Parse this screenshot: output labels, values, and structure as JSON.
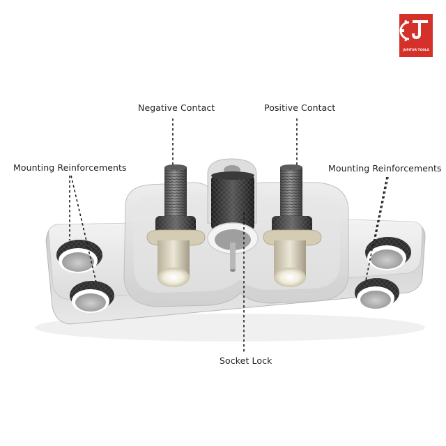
{
  "brand": {
    "logo_text": "JUPITOR TOOLS",
    "color": "#d5312b"
  },
  "callouts": {
    "negative_contact": "Negative Contact",
    "positive_contact": "Positive Contact",
    "mounting_left": "Mounting Reinforcements",
    "mounting_right": "Mounting Reinforcements",
    "socket_lock": "Socket Lock"
  },
  "icons": {
    "logo": "gear-letter-logo-icon"
  }
}
